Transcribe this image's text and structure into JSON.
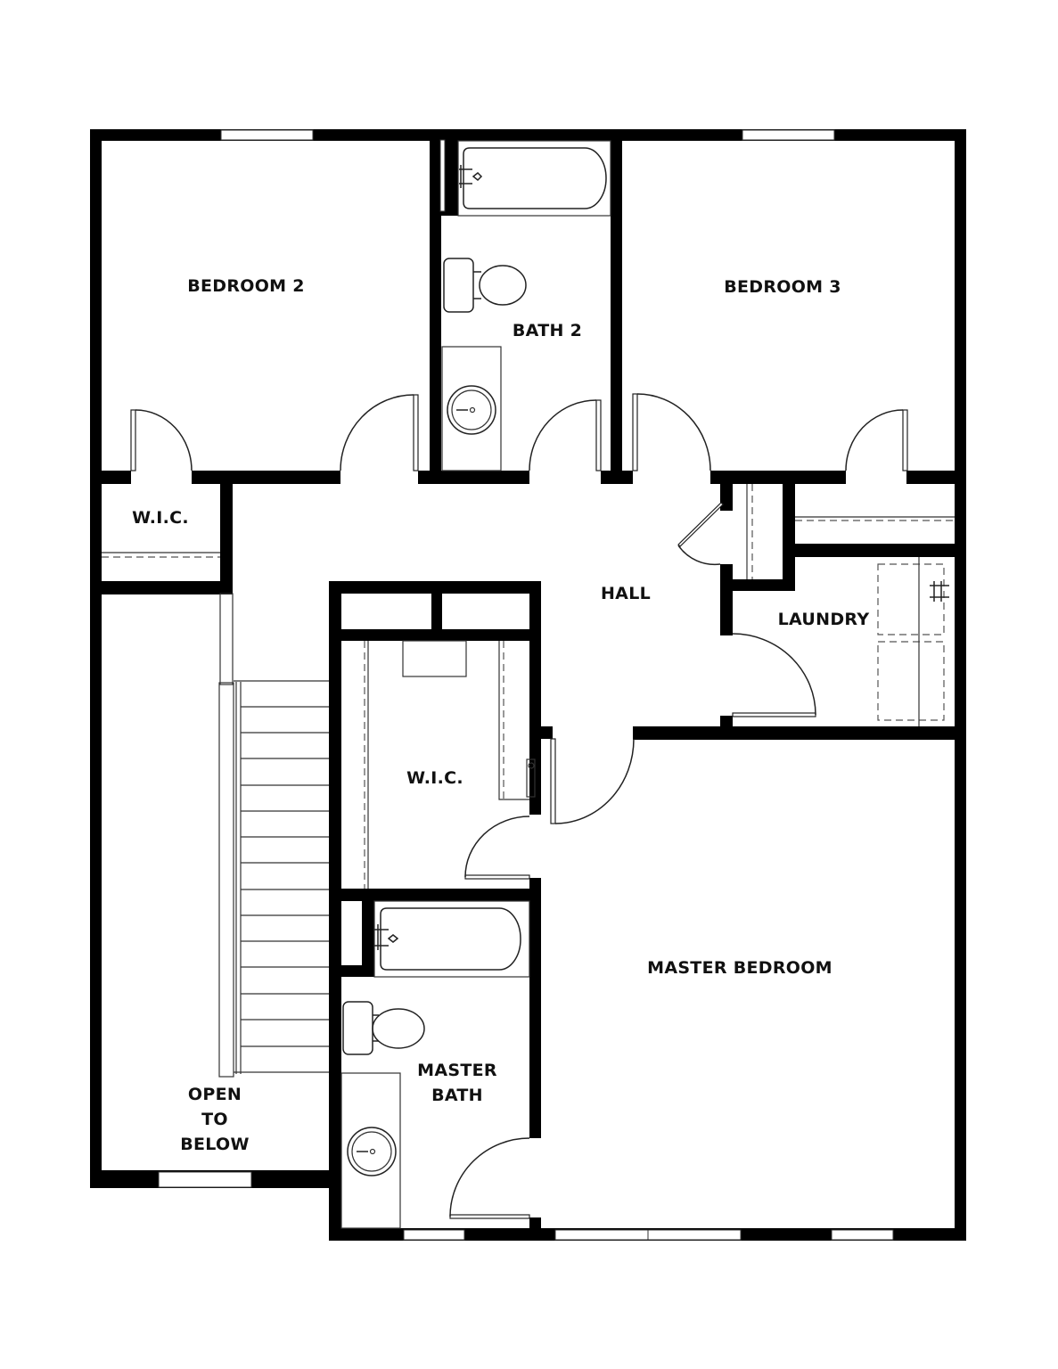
{
  "plan": {
    "type": "floor-plan",
    "level": "upper",
    "wall_color": "#000000",
    "background_color": "#ffffff"
  },
  "rooms": {
    "bedroom2": {
      "label": "BEDROOM 2"
    },
    "bath2": {
      "label": "BATH 2"
    },
    "bedroom3": {
      "label": "BEDROOM 3"
    },
    "wic_small": {
      "label": "W.I.C."
    },
    "hall": {
      "label": "HALL"
    },
    "laundry": {
      "label": "LAUNDRY"
    },
    "wic_master": {
      "label": "W.I.C."
    },
    "master_bedroom": {
      "label": "MASTER BEDROOM"
    },
    "master_bath": {
      "label_line1": "MASTER",
      "label_line2": "BATH"
    },
    "open_to_below": {
      "line1": "OPEN",
      "line2": "TO",
      "line3": "BELOW"
    }
  },
  "fixtures": {
    "bath2": [
      "bathtub",
      "toilet",
      "sink-vanity"
    ],
    "master_bath": [
      "bathtub",
      "toilet",
      "sink-vanity"
    ],
    "laundry": [
      "washer",
      "dryer"
    ],
    "stairs": {
      "treads": 15
    }
  }
}
